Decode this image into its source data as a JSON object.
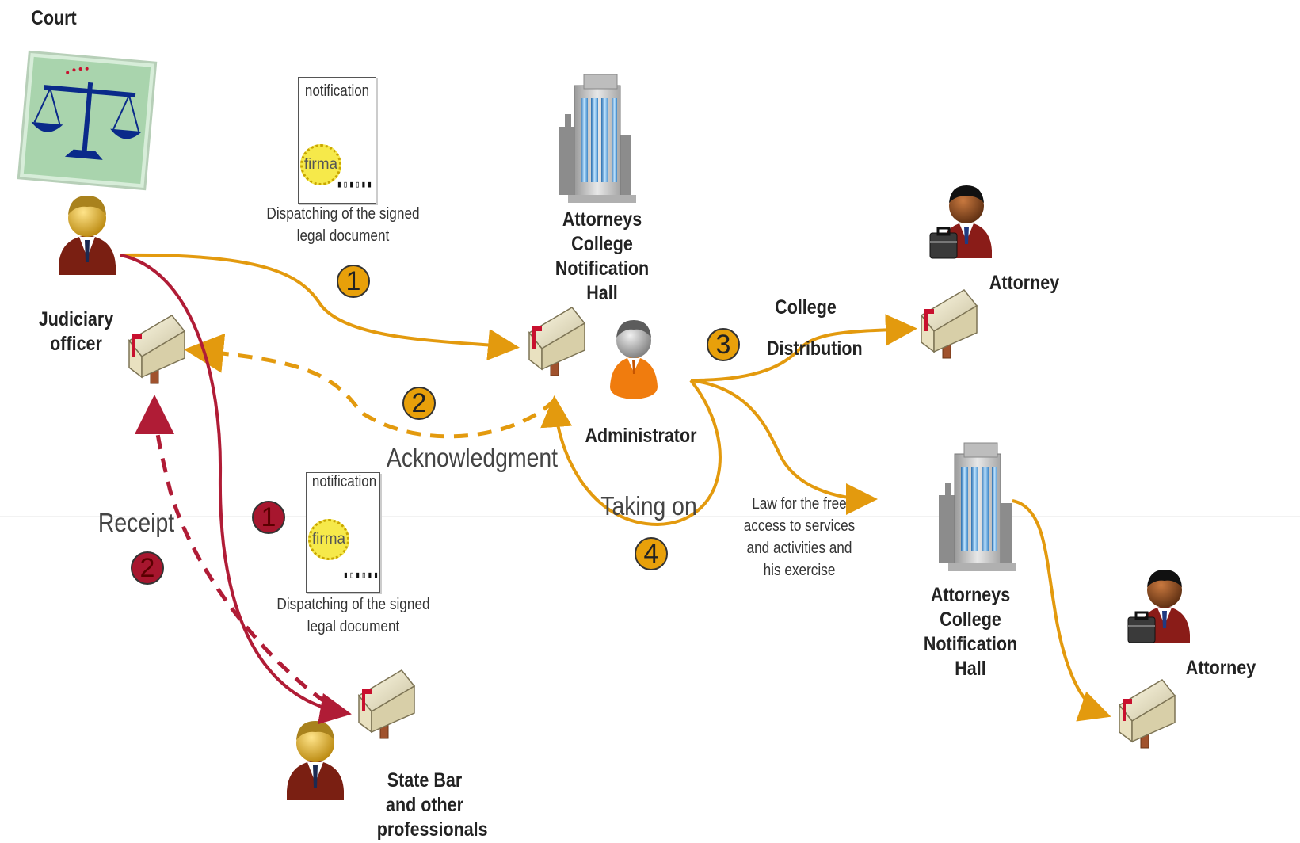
{
  "labels": {
    "court": "Court",
    "judiciary_officer": "Judiciary officer",
    "attorneys_hall_top": "Attorneys College Notification Hall",
    "attorneys_hall_bottom": "Attorneys College Notification Hall",
    "administrator": "Administrator",
    "attorney_1": "Attorney",
    "attorney_2": "Attorney",
    "state_bar": "State Bar and other professionals",
    "college_distribution": "College Distribution",
    "acknowledgment": "Acknowledgment",
    "taking_on": "Taking on",
    "receipt": "Receipt",
    "law_text": "Law for the free access to services and activities and his exercise"
  },
  "documents": [
    {
      "title": "notification",
      "seal": "firma",
      "caption": "Dispatching of the signed legal document"
    },
    {
      "title": "notification",
      "seal": "firma",
      "caption": "Dispatching of the signed legal document"
    }
  ],
  "steps": [
    "1",
    "2",
    "3",
    "4"
  ],
  "red_steps": [
    "1",
    "2"
  ],
  "colors": {
    "orange_flow": "#e39a0e",
    "red_flow": "#b01c36",
    "badge_gold": "#e8a00a",
    "badge_red": "#a7162e"
  },
  "icons": [
    "scales-of-justice-icon",
    "judge-person-icon",
    "mailbox-icon",
    "building-icon",
    "administrator-person-icon",
    "attorney-person-icon",
    "notification-document-icon"
  ]
}
